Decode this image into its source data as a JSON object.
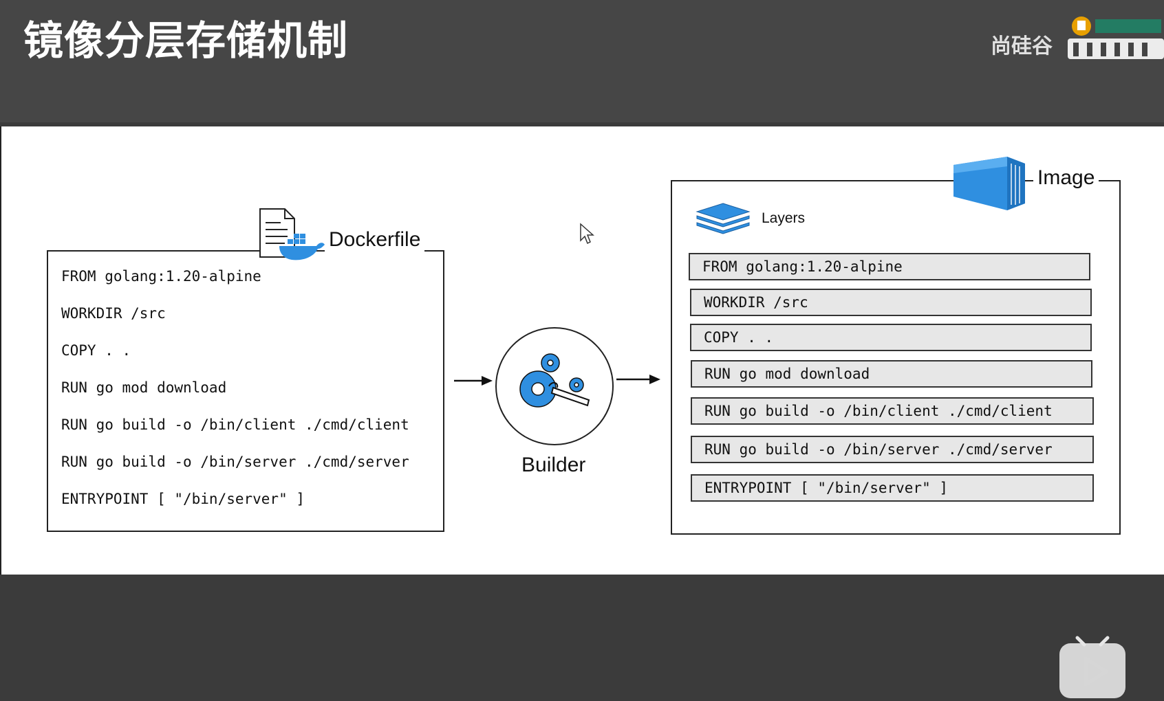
{
  "slide": {
    "title": "镜像分层存储机制"
  },
  "brand": {
    "text": "尚硅谷"
  },
  "dockerfile": {
    "label": "Dockerfile",
    "lines": [
      "FROM golang:1.20-alpine",
      "WORKDIR /src",
      "COPY . .",
      "RUN go mod download",
      "RUN go build -o /bin/client ./cmd/client",
      "RUN go build -o /bin/server ./cmd/server",
      "ENTRYPOINT [ \"/bin/server\" ]"
    ]
  },
  "builder": {
    "label": "Builder"
  },
  "image": {
    "label": "Image",
    "layers_label": "Layers",
    "layers": [
      "FROM golang:1.20-alpine",
      "WORKDIR /src",
      "COPY . .",
      "RUN go mod download",
      "RUN go build -o /bin/client ./cmd/client",
      "RUN go build -o /bin/server ./cmd/server",
      "ENTRYPOINT [ \"/bin/server\" ]"
    ]
  },
  "colors": {
    "accent": "#2f8fe0",
    "header_bg": "#464646",
    "layer_bg": "#e7e7e7"
  },
  "icons": [
    "document-icon",
    "docker-whale-icon",
    "gears-icon",
    "container-icon",
    "layers-stack-icon",
    "cursor-icon",
    "play-icon"
  ]
}
